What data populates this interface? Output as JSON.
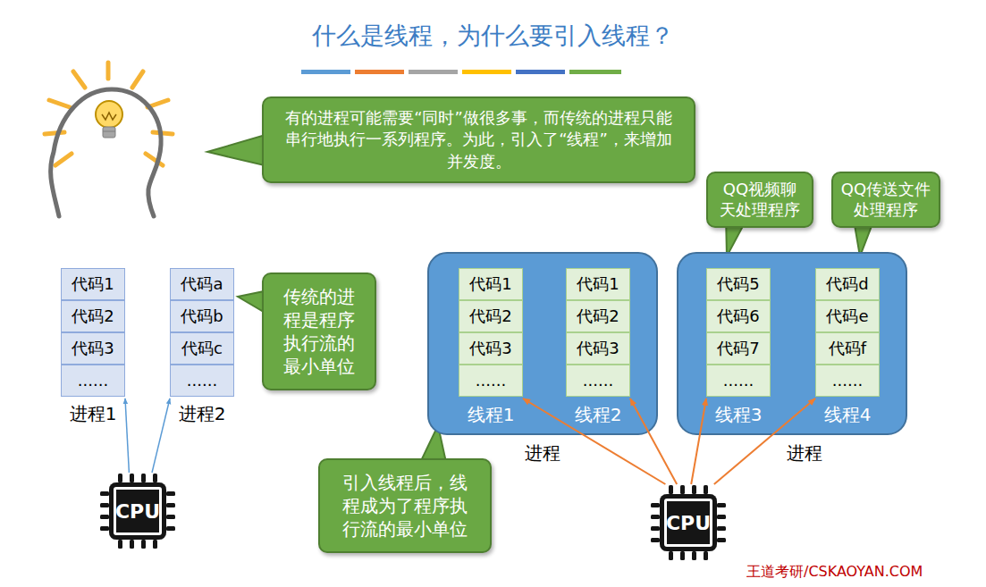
{
  "diagram": {
    "title": "什么是线程，为什么要引入线程？",
    "nodes": [
      {
        "text": [
          "有的进程可能需要“同时”做很多事，而传统的进程只能串行地执行一系列程序。为此，引入了“线程”，来增加并发度。"
        ]
      },
      {
        "text": [
          "QQ视频聊天处理程序"
        ]
      },
      {
        "text": [
          "QQ传送文件处理程序"
        ]
      },
      {
        "text": [
          "进程1"
        ]
      },
      {
        "text": [
          "代码1"
        ],
        "in": 3
      },
      {
        "text": [
          "代码2"
        ],
        "in": 3
      },
      {
        "text": [
          "代码3"
        ],
        "in": 3
      },
      {
        "text": [
          "......"
        ],
        "in": 3
      },
      {
        "text": [
          "进程2"
        ]
      },
      {
        "text": [
          "代码a"
        ],
        "in": 8
      },
      {
        "text": [
          "代码b"
        ],
        "in": 8
      },
      {
        "text": [
          "代码c"
        ],
        "in": 8
      },
      {
        "text": [
          "......"
        ],
        "in": 8
      },
      {
        "text": [
          "传统的进程是程序执行流的最小单位"
        ]
      },
      {
        "text": [
          "进程"
        ]
      },
      {
        "text": [
          "线程1"
        ],
        "in": 14
      },
      {
        "text": [
          "代码1"
        ],
        "in": 15
      },
      {
        "text": [
          "代码2"
        ],
        "in": 15
      },
      {
        "text": [
          "代码3"
        ],
        "in": 15
      },
      {
        "text": [
          "......"
        ],
        "in": 15
      },
      {
        "text": [
          "线程2"
        ],
        "in": 14
      },
      {
        "text": [
          "代码1"
        ],
        "in": 20
      },
      {
        "text": [
          "代码2"
        ],
        "in": 20
      },
      {
        "text": [
          "代码3"
        ],
        "in": 20
      },
      {
        "text": [
          "......"
        ],
        "in": 20
      },
      {
        "text": [
          "进程"
        ]
      },
      {
        "text": [
          "线程3"
        ],
        "in": 25
      },
      {
        "text": [
          "代码5"
        ],
        "in": 26
      },
      {
        "text": [
          "代码6"
        ],
        "in": 26
      },
      {
        "text": [
          "代码7"
        ],
        "in": 26
      },
      {
        "text": [
          "......"
        ],
        "in": 26
      },
      {
        "text": [
          "线程4"
        ],
        "in": 25
      },
      {
        "text": [
          "代码d"
        ],
        "in": 31
      },
      {
        "text": [
          "代码e"
        ],
        "in": 31
      },
      {
        "text": [
          "代码f"
        ],
        "in": 31
      },
      {
        "text": [
          "......"
        ],
        "in": 31
      },
      {
        "text": [
          "引入线程后，线程成为了程序执行流的最小单位"
        ]
      },
      {
        "text": [
          "CPU"
        ]
      },
      {
        "text": [
          "CPU"
        ]
      }
    ],
    "edges": [
      {
        "from": 37,
        "to": 3,
        "arrow": "to"
      },
      {
        "from": 37,
        "to": 8,
        "arrow": "to"
      },
      {
        "from": 38,
        "to": 15,
        "arrow": "to"
      },
      {
        "from": 38,
        "to": 20,
        "arrow": "to"
      },
      {
        "from": 38,
        "to": 26,
        "arrow": "to"
      },
      {
        "from": 38,
        "to": 31,
        "arrow": "to"
      }
    ],
    "labels": [
      "王道考研/CSKAOYAN.COM"
    ]
  }
}
